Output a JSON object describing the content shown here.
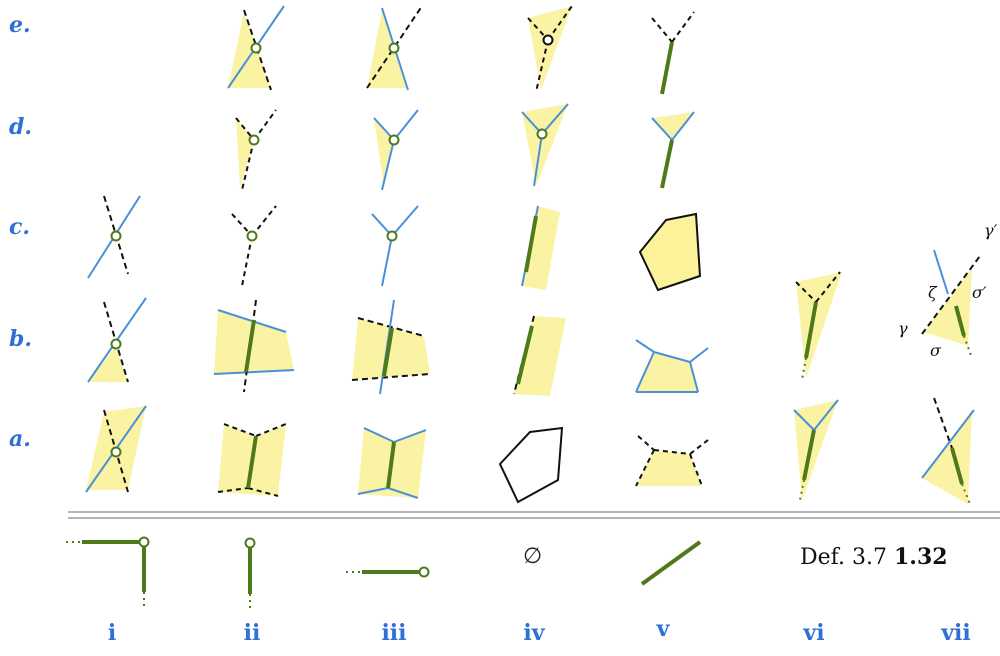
{
  "rows": [
    {
      "id": "e",
      "label": "e."
    },
    {
      "id": "d",
      "label": "d."
    },
    {
      "id": "c",
      "label": "c."
    },
    {
      "id": "b",
      "label": "b."
    },
    {
      "id": "a",
      "label": "a."
    }
  ],
  "columns": [
    {
      "id": "i",
      "label": "i"
    },
    {
      "id": "ii",
      "label": "ii"
    },
    {
      "id": "iii",
      "label": "iii"
    },
    {
      "id": "iv",
      "label": "iv"
    },
    {
      "id": "v",
      "label": "v"
    },
    {
      "id": "vi",
      "label": "vi"
    },
    {
      "id": "vii",
      "label": "vii"
    }
  ],
  "empty_set_symbol": "∅",
  "reference": {
    "text": "Def. 3.7",
    "number": "1.32"
  },
  "annotations": {
    "gamma_prime": "γ′",
    "sigma_prime": "σ′",
    "zeta": "ζ",
    "gamma": "γ",
    "sigma": "σ"
  },
  "colors": {
    "label": "#2f6fd6",
    "fill": "#fbf29a",
    "blue_edge": "#4a90d9",
    "green_edge": "#4e7a1a",
    "dashed": "#111111",
    "rule": "#b5b5b5"
  }
}
